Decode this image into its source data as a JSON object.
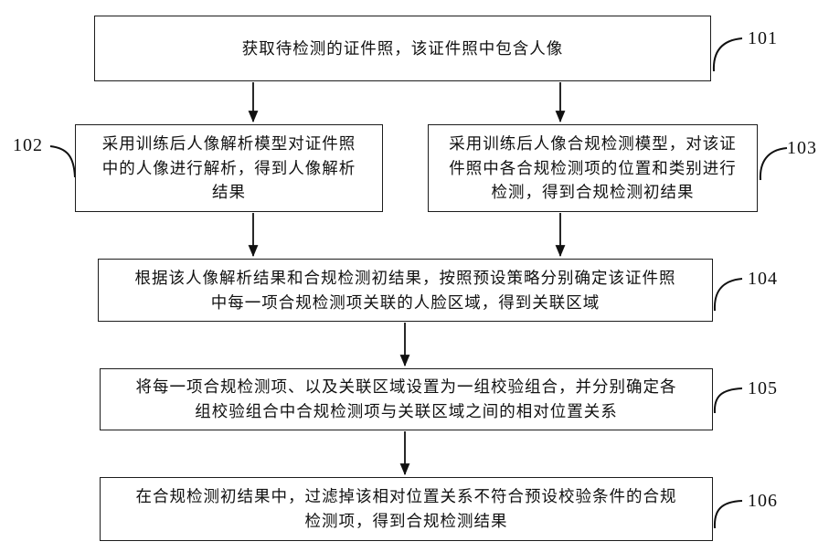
{
  "flowchart": {
    "colors": {
      "line": "#111111",
      "border": "#1c1c1c",
      "text": "#111111",
      "background": "#ffffff"
    },
    "steps": [
      {
        "ref": "101",
        "label_side": "right",
        "lines": [
          "获取待检测的证件照，该证件照中包含人像"
        ]
      },
      {
        "ref": "102",
        "label_side": "left",
        "lines": [
          "采用训练后人像解析模型对证件照",
          "中的人像进行解析，得到人像解析",
          "结果"
        ]
      },
      {
        "ref": "103",
        "label_side": "right",
        "lines": [
          "采用训练后人像合规检测模型，对该证",
          "件照中各合规检测项的位置和类别进行",
          "检测，得到合规检测初结果"
        ]
      },
      {
        "ref": "104",
        "label_side": "right",
        "lines": [
          "根据该人像解析结果和合规检测初结果，按照预设策略分别确定该证件照",
          "中每一项合规检测项关联的人脸区域，得到关联区域"
        ]
      },
      {
        "ref": "105",
        "label_side": "right",
        "lines": [
          "将每一项合规检测项、以及关联区域设置为一组校验组合，并分别确定各",
          "组校验组合中合规检测项与关联区域之间的相对位置关系"
        ]
      },
      {
        "ref": "106",
        "label_side": "right",
        "lines": [
          "在合规检测初结果中，过滤掉该相对位置关系不符合预设校验条件的合规",
          "检测项，得到合规检测结果"
        ]
      }
    ],
    "connections": [
      {
        "from": "101",
        "to": "102"
      },
      {
        "from": "101",
        "to": "103"
      },
      {
        "from": "102",
        "to": "104"
      },
      {
        "from": "103",
        "to": "104"
      },
      {
        "from": "104",
        "to": "105"
      },
      {
        "from": "105",
        "to": "106"
      }
    ]
  }
}
